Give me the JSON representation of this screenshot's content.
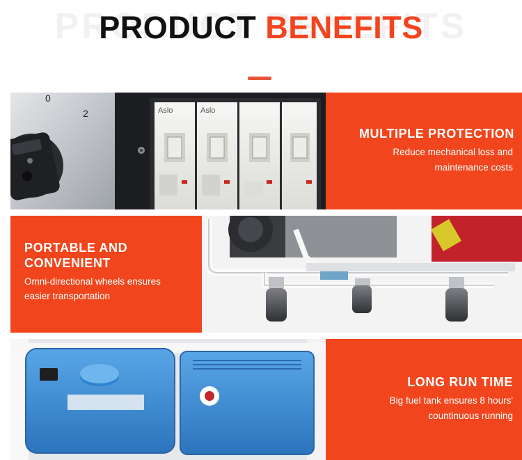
{
  "header": {
    "watermark": "PRODUCT BENEFITS",
    "title_part1": "PRODUCT",
    "title_part2": "BENEFITS",
    "accent_color": "#f2441f"
  },
  "sections": [
    {
      "heading": "MULTIPLE PROTECTION",
      "description_line1": "Reduce mechanical loss and",
      "description_line2": "maintenance costs",
      "image": "circuit-breaker-panel",
      "switch_labels": [
        "0",
        "2"
      ],
      "breaker_brand_1": "Aslo",
      "breaker_brand_2": "Aslo"
    },
    {
      "heading_line1": "PORTABLE AND",
      "heading_line2": "CONVENIENT",
      "description_line1": "Omni-directional wheels ensures",
      "description_line2": "easier transportation",
      "image": "generator-frame-wheels"
    },
    {
      "heading": "LONG RUN TIME",
      "description_line1": "Big fuel tank ensures 8 hours'",
      "description_line2": "countinuous running",
      "image": "blue-fuel-tank"
    }
  ],
  "colors": {
    "panel_orange": "#f1461d",
    "fuel_tank_blue": "#3d8fd6"
  }
}
